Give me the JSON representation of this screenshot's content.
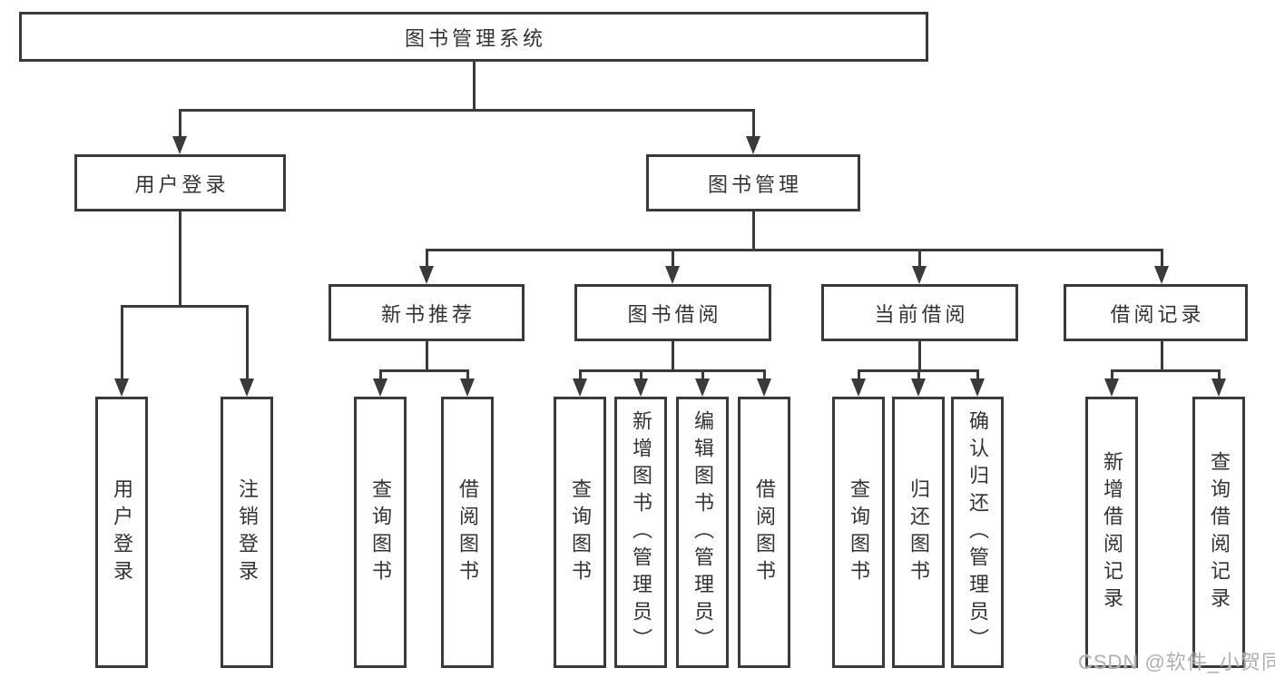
{
  "diagram": {
    "title": "图书管理系统",
    "root": {
      "label": "图书管理系统"
    },
    "level2": [
      {
        "id": "user-login",
        "label": "用户登录"
      },
      {
        "id": "book-management",
        "label": "图书管理"
      }
    ],
    "level3": [
      {
        "id": "new-book-recommend",
        "label": "新书推荐",
        "parent": "图书管理"
      },
      {
        "id": "book-borrow",
        "label": "图书借阅",
        "parent": "图书管理"
      },
      {
        "id": "current-borrow",
        "label": "当前借阅",
        "parent": "图书管理"
      },
      {
        "id": "borrow-records",
        "label": "借阅记录",
        "parent": "图书管理"
      }
    ],
    "leaves": [
      {
        "label": "用户登录",
        "parent": "用户登录"
      },
      {
        "label": "注销登录",
        "parent": "用户登录"
      },
      {
        "label": "查询图书",
        "parent": "新书推荐"
      },
      {
        "label": "借阅图书",
        "parent": "新书推荐"
      },
      {
        "label": "查询图书",
        "parent": "图书借阅"
      },
      {
        "label": "新增图书（管理员）",
        "parent": "图书借阅"
      },
      {
        "label": "编辑图书（管理员）",
        "parent": "图书借阅"
      },
      {
        "label": "借阅图书",
        "parent": "图书借阅"
      },
      {
        "label": "查询图书",
        "parent": "当前借阅"
      },
      {
        "label": "归还图书",
        "parent": "当前借阅"
      },
      {
        "label": "确认归还（管理员）",
        "parent": "当前借阅"
      },
      {
        "label": "新增借阅记录",
        "parent": "借阅记录"
      },
      {
        "label": "查询借阅记录",
        "parent": "借阅记录"
      }
    ]
  },
  "colors": {
    "line": "#3a3a3a",
    "text": "#333333",
    "background": "#ffffff",
    "watermark": "#b0b0b0"
  },
  "watermark": {
    "text": "CSDN @软件_小贺同学"
  }
}
